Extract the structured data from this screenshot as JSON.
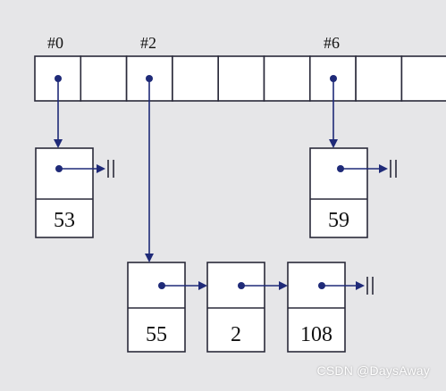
{
  "index_labels": [
    "#0",
    "#2",
    "#6"
  ],
  "table": {
    "slot_count": 9,
    "pointer_slots": [
      0,
      2,
      6
    ]
  },
  "nodes": {
    "a": "53",
    "b": "59",
    "c": "55",
    "d": "2",
    "e": "108"
  },
  "watermark": "CSDN @DaysAway",
  "colors": {
    "background": "#e6e6e8",
    "box_fill": "#ffffff",
    "line": "#2a2a3a",
    "pointer": "#1f2a78",
    "text": "#111111"
  }
}
